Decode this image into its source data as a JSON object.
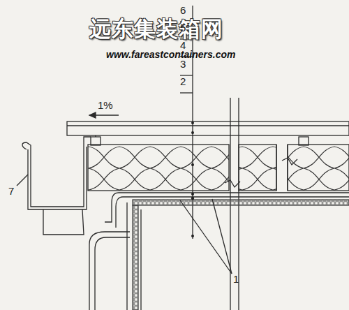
{
  "diagram": {
    "labels": [
      "远东集装箱网",
      "www.fareastcontainers.com",
      "1%",
      "6",
      "5",
      "4",
      "3",
      "2",
      "7",
      "1"
    ]
  }
}
